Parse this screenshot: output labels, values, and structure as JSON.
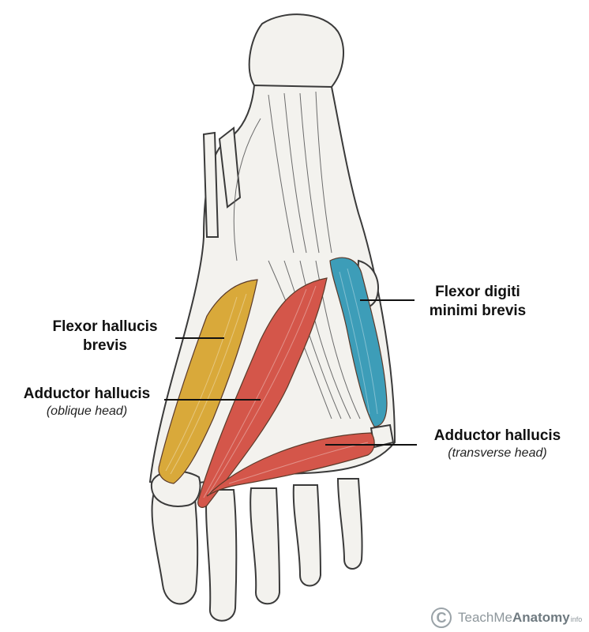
{
  "labels": {
    "flexor_hallucis_brevis": {
      "line1": "Flexor hallucis",
      "line2": "brevis"
    },
    "adductor_hallucis_oblique": {
      "title": "Adductor hallucis",
      "sub": "(oblique head)"
    },
    "flexor_digiti_minimi_brevis": {
      "line1": "Flexor digiti",
      "line2": "minimi brevis"
    },
    "adductor_hallucis_transverse": {
      "title": "Adductor hallucis",
      "sub": "(transverse head)"
    }
  },
  "watermark": {
    "symbol": "C",
    "text_light": "TeachMe",
    "text_bold": "Anatomy",
    "suffix": "info"
  },
  "colors": {
    "flexor_hallucis_brevis": "#d9a93a",
    "adductor_hallucis": "#d4564a",
    "flexor_digiti_minimi_brevis": "#3d9db8",
    "bone": "#f3f2ee",
    "outline": "#3a3a3a"
  }
}
